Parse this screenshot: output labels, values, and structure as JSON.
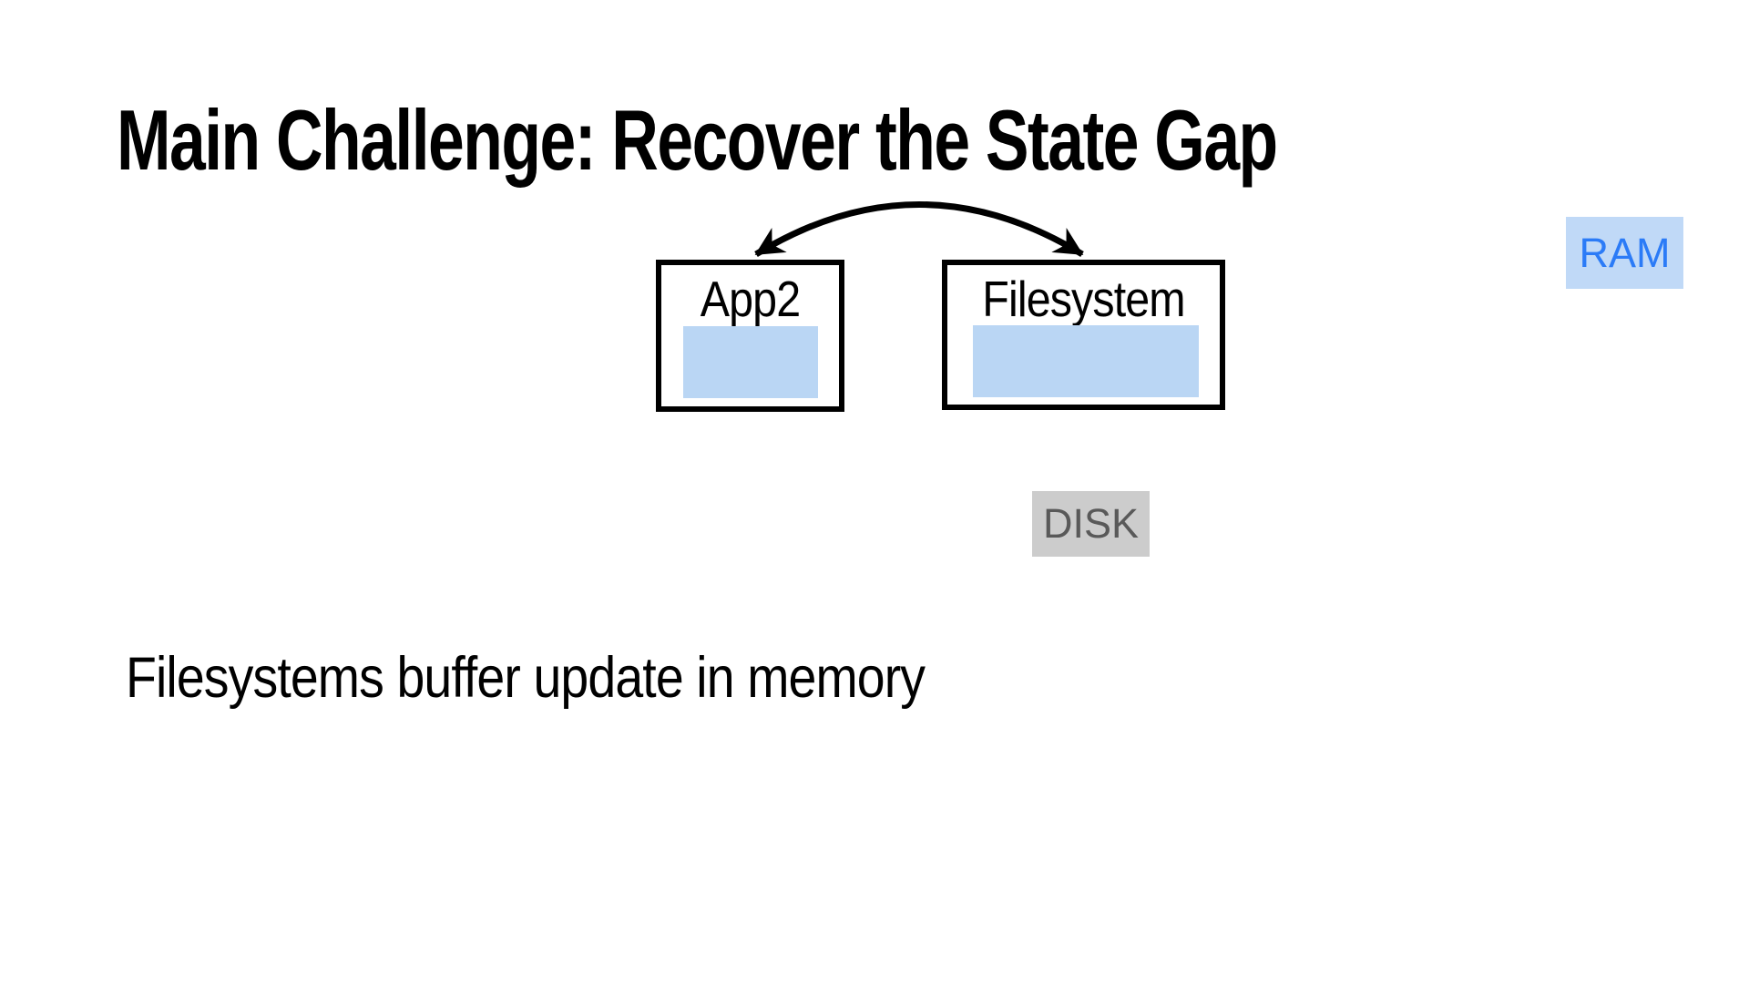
{
  "slide": {
    "title": "Main Challenge: Recover the State Gap",
    "caption": "Filesystems buffer update in memory"
  },
  "diagram": {
    "app_box_label": "App2",
    "fs_box_label": "Filesystem",
    "ram_label": "RAM",
    "disk_label": "DISK",
    "arrow": "curved-double-headed-arrow between App2 and Filesystem box tops"
  },
  "colors": {
    "ink": "#000000",
    "buffer_fill": "#BAD6F4",
    "ram_bg": "#C0D9F7",
    "ram_text": "#2B7BF7",
    "disk_bg": "#CCCCCC",
    "disk_text": "#595959"
  }
}
